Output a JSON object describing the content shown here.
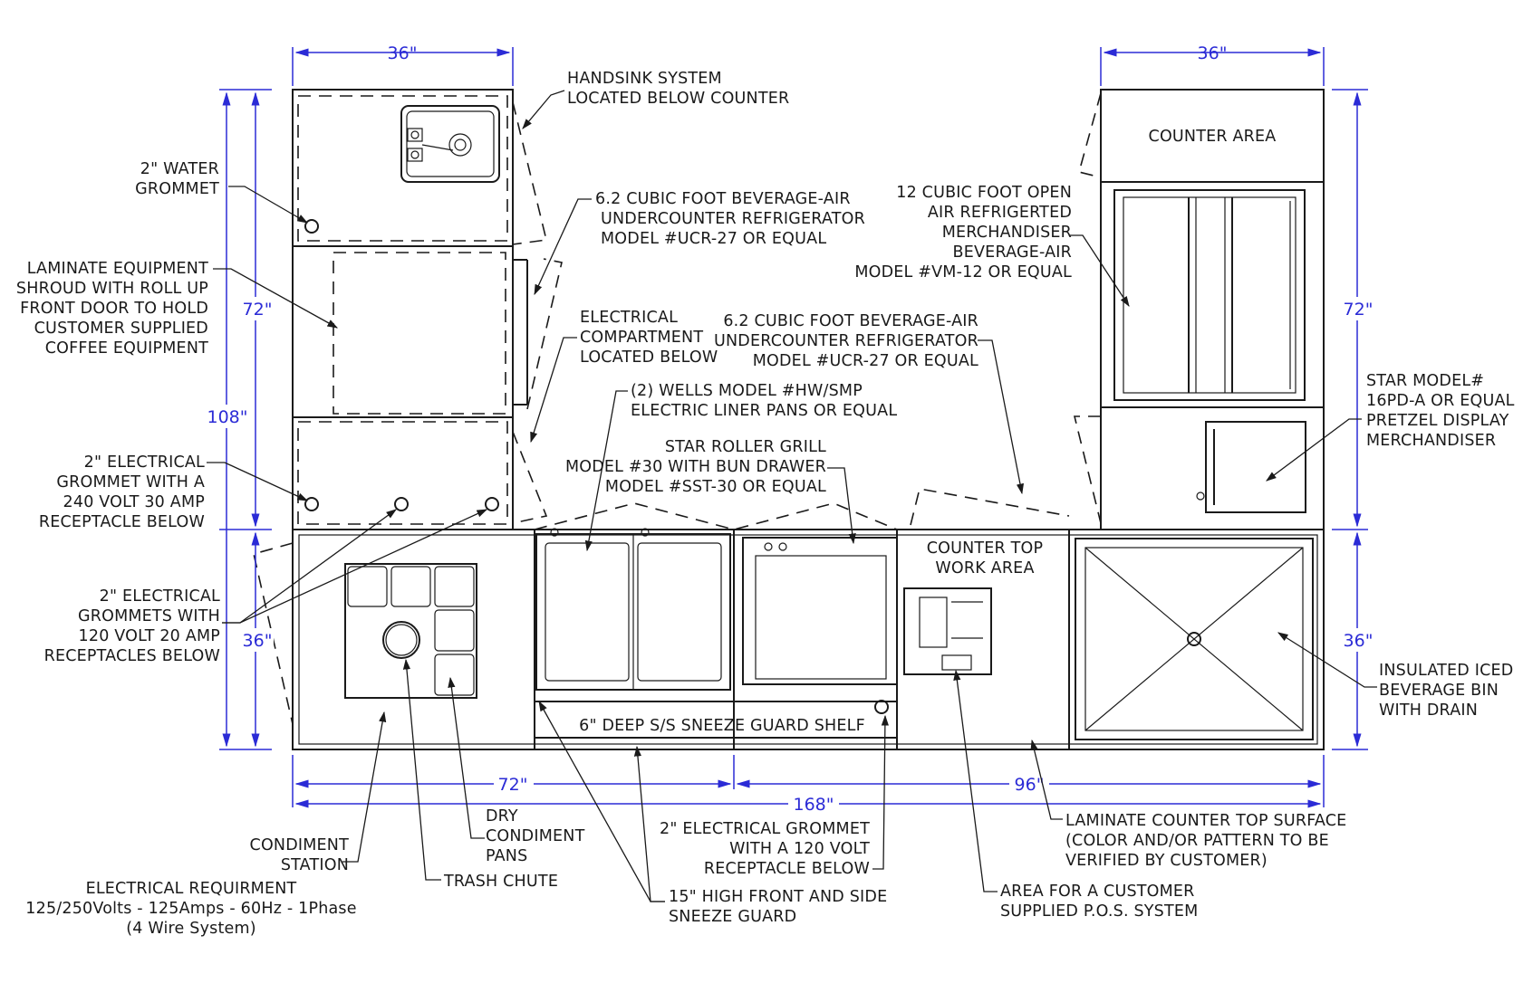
{
  "colors": {
    "line": "#1a1a1a",
    "dimension": "#2b2bd6",
    "background": "#ffffff"
  },
  "dimensions": {
    "top_left_width": "36\"",
    "top_right_width": "36\"",
    "left_outer_height": "108\"",
    "left_upper_height": "72\"",
    "left_lower_height": "36\"",
    "right_upper_height": "72\"",
    "right_lower_height": "36\"",
    "bottom_left_length": "72\"",
    "bottom_right_length": "96\"",
    "bottom_total_length": "168\""
  },
  "labels": {
    "handsink": [
      "HANDSINK SYSTEM",
      "LOCATED BELOW COUNTER"
    ],
    "water_grommet": [
      "2\" WATER",
      "GROMMET"
    ],
    "laminate_shroud": [
      "LAMINATE EQUIPMENT",
      "SHROUD WITH ROLL UP",
      "FRONT DOOR TO HOLD",
      "CUSTOMER SUPPLIED",
      "COFFEE EQUIPMENT"
    ],
    "electrical_grommet_240": [
      "2\" ELECTRICAL",
      "GROMMET WITH A",
      "240 VOLT 30 AMP",
      "RECEPTACLE BELOW"
    ],
    "electrical_grommets_120": [
      "2\" ELECTRICAL",
      "GROMMETS WITH",
      "120 VOLT  20 AMP",
      "RECEPTACLES BELOW"
    ],
    "ref_top": [
      "6.2 CUBIC FOOT BEVERAGE-AIR",
      "UNDERCOUNTER REFRIGERATOR",
      "MODEL #UCR-27 OR EQUAL"
    ],
    "electrical_compartment": [
      "ELECTRICAL",
      "COMPARTMENT",
      "LOCATED BELOW"
    ],
    "ref_mid": [
      "6.2 CUBIC FOOT BEVERAGE-AIR",
      "UNDERCOUNTER REFRIGERATOR",
      "MODEL #UCR-27 OR EQUAL"
    ],
    "wells": [
      "(2) WELLS MODEL #HW/SMP",
      "ELECTRIC LINER PANS OR EQUAL"
    ],
    "roller_grill": [
      "STAR ROLLER GRILL",
      "MODEL #30 WITH BUN DRAWER",
      "MODEL #SST-30 OR EQUAL"
    ],
    "merchandiser": [
      "12 CUBIC FOOT OPEN",
      "AIR REFRIGERTED",
      "MERCHANDISER",
      "BEVERAGE-AIR",
      "MODEL #VM-12 OR EQUAL"
    ],
    "counter_area": "COUNTER AREA",
    "pretzel": [
      "STAR MODEL#",
      "16PD-A OR EQUAL",
      "PRETZEL DISPLAY",
      "MERCHANDISER"
    ],
    "work_area": [
      "COUNTER TOP",
      "WORK AREA"
    ],
    "iced_bin": [
      "INSULATED ICED",
      "BEVERAGE BIN",
      "WITH DRAIN"
    ],
    "sneeze_shelf": "6\" DEEP S/S SNEEZE GUARD SHELF",
    "condiment_station": [
      "CONDIMENT",
      "STATION"
    ],
    "dry_condiment": [
      "DRY",
      "CONDIMENT",
      "PANS"
    ],
    "trash_chute": "TRASH CHUTE",
    "electrical_requirement": [
      "ELECTRICAL REQUIRMENT",
      "125/250Volts - 125Amps - 60Hz - 1Phase",
      "(4 Wire System)"
    ],
    "grommet_120_single": [
      "2\" ELECTRICAL GROMMET",
      "WITH A 120 VOLT",
      "RECEPTACLE BELOW"
    ],
    "sneeze_guard": [
      "15\" HIGH FRONT AND SIDE",
      "SNEEZE GUARD"
    ],
    "laminate_counter": [
      "LAMINATE COUNTER TOP SURFACE",
      "(COLOR AND/OR PATTERN TO BE",
      "VERIFIED BY CUSTOMER)"
    ],
    "pos_area": [
      "AREA FOR A CUSTOMER",
      "SUPPLIED P.O.S. SYSTEM"
    ]
  }
}
